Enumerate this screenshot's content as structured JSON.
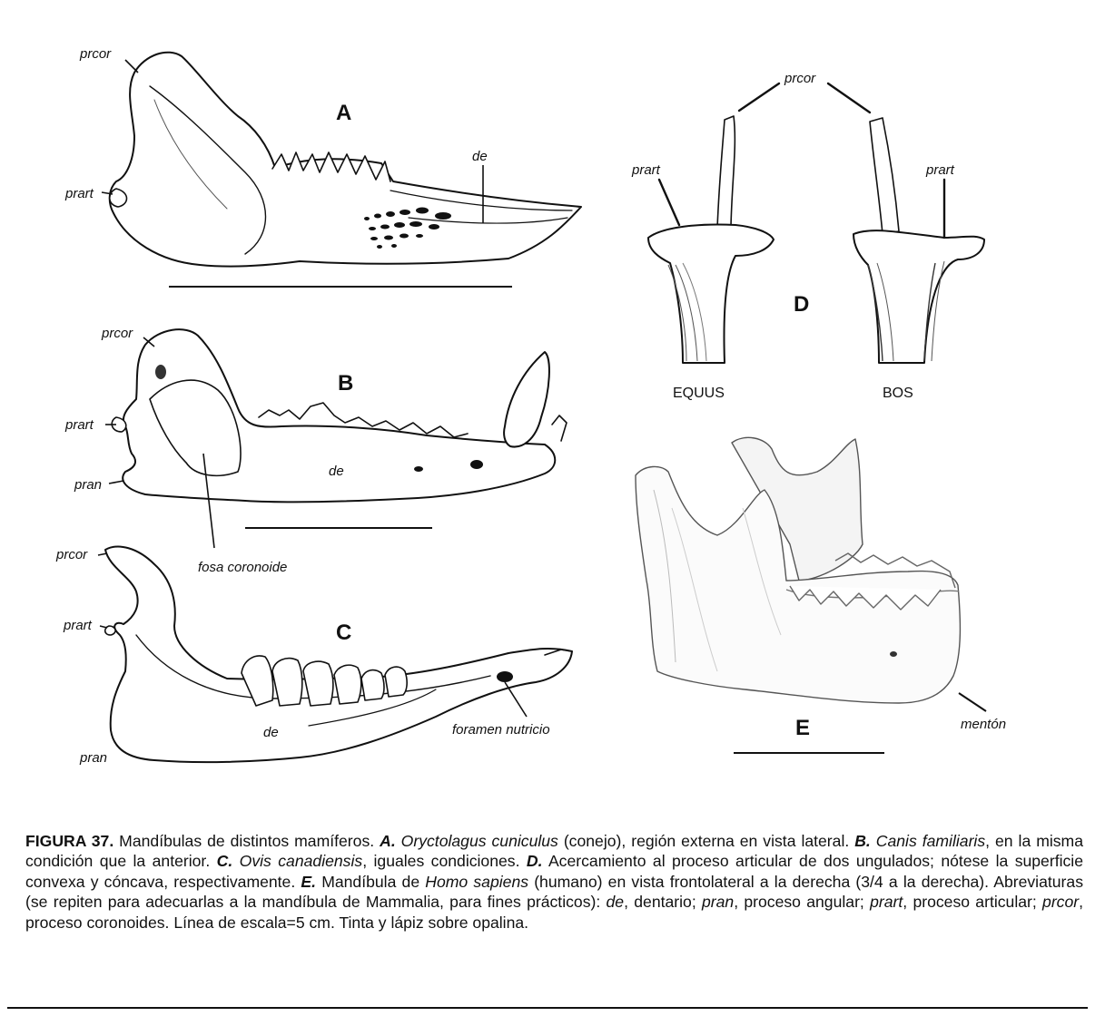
{
  "figure": {
    "labels": {
      "prcor": "prcor",
      "prart": "prart",
      "pran": "pran",
      "de": "de",
      "fosa_coronoide": "fosa  coronoide",
      "foramen_nutricio": "foramen  nutricio",
      "menton": "mentón"
    },
    "panel_letters": {
      "A": "A",
      "B": "B",
      "C": "C",
      "D": "D",
      "E": "E"
    },
    "genera": {
      "equus": "EQUUS",
      "bos": "BOS"
    }
  },
  "caption": {
    "figure_number": "FIGURA 37.",
    "t1": " Mandíbulas de distintos mamíferos. ",
    "a_mark": "A.",
    "a_species": "Oryctolagus cuniculus",
    "t2": " (conejo), región externa en vista lateral. ",
    "b_mark": "B.",
    "b_species": "Canis familiaris",
    "t3": ", en la misma condición que la anterior. ",
    "c_mark": "C.",
    "c_species": "Ovis canadiensis",
    "t4": ", iguales condiciones. ",
    "d_mark": "D.",
    "t5": " Acercamiento al proceso articular de dos ungulados; nótese la superficie convexa y cóncava, respectivamente. ",
    "e_mark": "E.",
    "t6": " Mandíbula de ",
    "e_species": "Homo sapiens",
    "t7": " (humano) en vista frontolateral a la derecha (3/4 a la derecha). Abreviaturas (se repiten para adecuarlas a la mandíbula de Mammalia, para fines prácticos): ",
    "abbr_de": "de",
    "t8": ", dentario; ",
    "abbr_pran": "pran",
    "t9": ", proceso angular; ",
    "abbr_prart": "prart",
    "t10": ", proceso articular; ",
    "abbr_prcor": "prcor",
    "t11": ", proceso coronoides. Línea de escala=5 cm. Tinta y lápiz sobre opalina."
  }
}
